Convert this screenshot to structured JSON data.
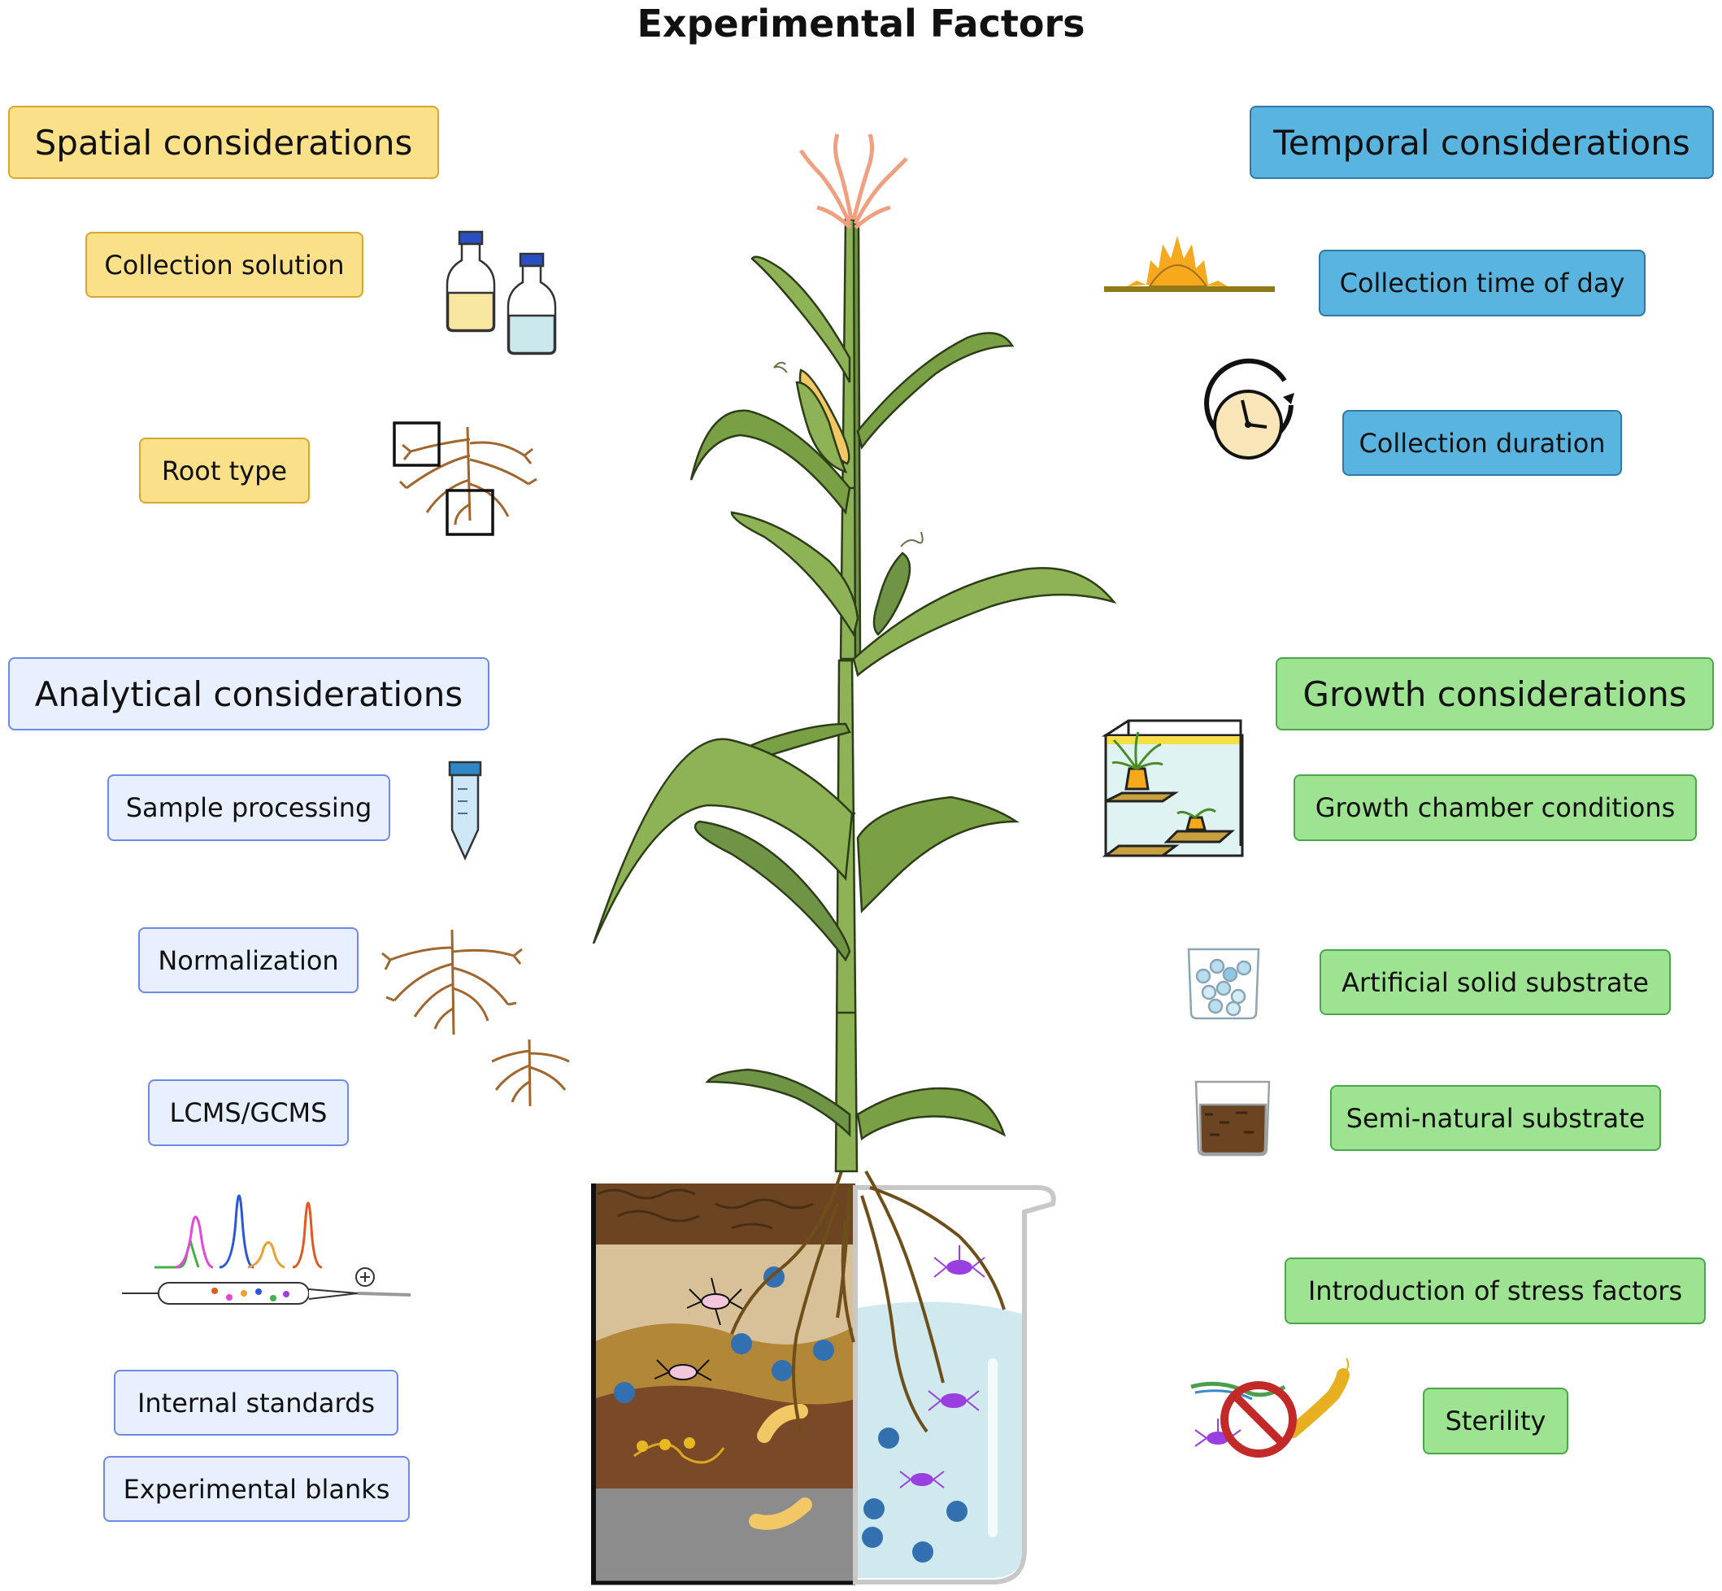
{
  "title": "Experimental Factors",
  "spatial": {
    "header": "Spatial considerations",
    "items": [
      "Collection solution",
      "Root type"
    ]
  },
  "temporal": {
    "header": "Temporal considerations",
    "items": [
      "Collection time of day",
      "Collection duration"
    ]
  },
  "analytical": {
    "header": "Analytical considerations",
    "items": [
      "Sample processing",
      "Normalization",
      "LCMS/GCMS",
      "Internal standards",
      "Experimental blanks"
    ]
  },
  "growth": {
    "header": "Growth considerations",
    "items": [
      "Growth chamber conditions",
      "Artificial solid substrate",
      "Semi-natural substrate",
      "Introduction of stress factors",
      "Sterility"
    ]
  },
  "colors": {
    "spatial": "#fbe08a",
    "temporal": "#5ab4e0",
    "analytical": "#e8f0ff",
    "growth": "#9de391",
    "stem": "#8db356",
    "leaf": "#7aa046",
    "root": "#a0662e"
  }
}
